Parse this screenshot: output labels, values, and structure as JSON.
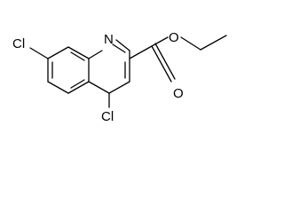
{
  "molecule": {
    "atoms": {
      "N1": "N",
      "Cl8": "Cl",
      "Cl4": "Cl",
      "O_ether": "O",
      "O_carbonyl": "O"
    }
  }
}
